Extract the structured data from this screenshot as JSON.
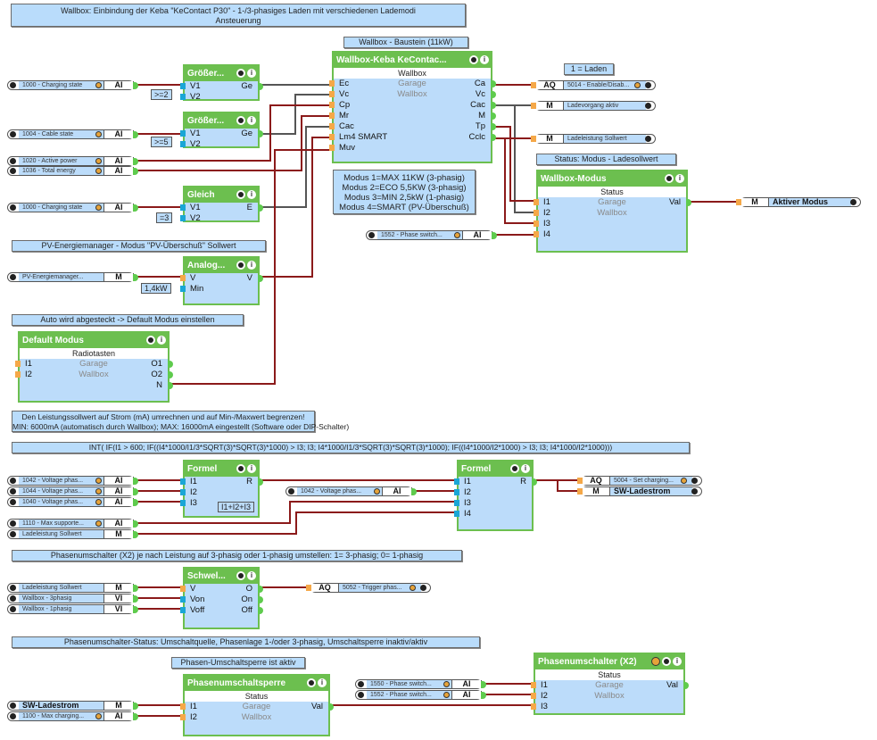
{
  "notes": {
    "title": "Wallbox: Einbindung der Keba \"KeContact P30\" - 1-/3-phasiges Laden mit verschiedenen Lademodi",
    "title_line2": "Ansteuerung",
    "baustein": "Wallbox - Baustein (11kW)",
    "laden": "1 = Laden",
    "status_modus": "Status: Modus - Ladesollwert",
    "modus_lines": [
      "Modus 1=MAX 11KW (3-phasig)",
      "Modus 2=ECO 5,5KW (3-phasig)",
      "Modus 3=MIN 2,5kW (1-phasig)",
      "Modus 4=SMART (PV-Überschuß)"
    ],
    "pv": "PV-Energiemanager - Modus \"PV-Überschuß\" Sollwert",
    "auto": "Auto wird abgesteckt -> Default Modus einstellen",
    "leistung1": "Den Leistungssollwert auf Strom (mA) umrechnen und auf Min-/Maxwert begrenzen!",
    "leistung2": "MIN: 6000mA (automatisch durch Wallbox); MAX: 16000mA eingestellt (Software oder DIP-Schalter)",
    "formula": "INT( IF(I1 > 600; IF((I4*1000/I1/3*SQRT(3)*SQRT(3)*1000) > I3; I3; I4*1000/I1/3*SQRT(3)*SQRT(3)*1000); IF((I4*1000/I2*1000) > I3; I3; I4*1000/I2*1000)))",
    "phasen": "Phasenumschalter (X2) je nach Leistung auf 3-phasig oder 1-phasig umstellen: 1= 3-phasig; 0= 1-phasig",
    "phasen_status": "Phasenumschalter-Status: Umschaltquelle, Phasenlage 1-/oder 3-phasig, Umschaltsperre inaktiv/aktiv",
    "sperre": "Phasen-Umschaltsperre ist aktiv"
  },
  "blocks": {
    "groesser1": {
      "title": "Größer...",
      "in": [
        "V1",
        "V2"
      ],
      "out": [
        "Ge"
      ]
    },
    "groesser2": {
      "title": "Größer...",
      "in": [
        "V1",
        "V2"
      ],
      "out": [
        "Ge"
      ]
    },
    "gleich": {
      "title": "Gleich",
      "in": [
        "V1",
        "V2"
      ],
      "out": [
        "E"
      ]
    },
    "analog": {
      "title": "Analog...",
      "in": [
        "V",
        "Min"
      ],
      "out": [
        "V"
      ]
    },
    "default": {
      "title": "Default Modus",
      "sub": "Radiotasten",
      "in": [
        "I1",
        "I2"
      ],
      "mid": [
        "Garage",
        "Wallbox"
      ],
      "out": [
        "O1",
        "O2",
        "N"
      ]
    },
    "keba": {
      "title": "Wallbox-Keba  KeContac...",
      "sub": "Wallbox",
      "in": [
        "Ec",
        "Vc",
        "Cp",
        "Mr",
        "Cac",
        "Lm4 SMART",
        "Muv"
      ],
      "mid": [
        "Garage",
        "Wallbox"
      ],
      "out": [
        "Ca",
        "Vc",
        "Cac",
        "M",
        "Tp",
        "Cclc"
      ]
    },
    "modus": {
      "title": "Wallbox-Modus",
      "sub": "Status",
      "in": [
        "I1",
        "I2",
        "I3",
        "I4"
      ],
      "mid": [
        "Garage",
        "Wallbox"
      ],
      "out": [
        "Val"
      ]
    },
    "formel1": {
      "title": "Formel",
      "in": [
        "I1",
        "I2",
        "I3"
      ],
      "out": [
        "R"
      ],
      "expr": "I1+I2+I3"
    },
    "formel2": {
      "title": "Formel",
      "in": [
        "I1",
        "I2",
        "I3",
        "I4"
      ],
      "out": [
        "R"
      ]
    },
    "schwel": {
      "title": "Schwel...",
      "in": [
        "V",
        "Von",
        "Voff"
      ],
      "out": [
        "O",
        "On",
        "Off"
      ]
    },
    "sperre": {
      "title": "Phasenumschaltsperre",
      "sub": "Status",
      "in": [
        "I1",
        "I2"
      ],
      "mid": [
        "Garage",
        "Wallbox"
      ],
      "out": [
        "Val"
      ]
    },
    "umschalter": {
      "title": "Phasenumschalter (X2)",
      "sub": "Status",
      "in": [
        "I1",
        "I2",
        "I3"
      ],
      "mid": [
        "Garage",
        "Wallbox"
      ],
      "out": [
        "Val"
      ]
    }
  },
  "constants": {
    "c_ge2": ">=2",
    "c_ge5": ">=5",
    "c_eq3": "=3",
    "c_min": "1,4kW"
  },
  "inputs": [
    {
      "id": "i1",
      "name": "1000 - Charging state",
      "type": "AI"
    },
    {
      "id": "i2",
      "name": "1004 - Cable state",
      "type": "AI"
    },
    {
      "id": "i3",
      "name": "1020 - Active power",
      "type": "AI"
    },
    {
      "id": "i4",
      "name": "1036 - Total energy",
      "type": "AI"
    },
    {
      "id": "i5",
      "name": "1000 - Charging state",
      "type": "AI"
    },
    {
      "id": "i6",
      "name": "PV-Energiemanager...",
      "type": "M"
    },
    {
      "id": "i7",
      "name": "1552 - Phase switch...",
      "type": "AI"
    },
    {
      "id": "i8",
      "name": "1042 - Voltage phas...",
      "type": "AI"
    },
    {
      "id": "i9",
      "name": "1044 - Voltage phas...",
      "type": "AI"
    },
    {
      "id": "i10",
      "name": "1040 - Voltage phas...",
      "type": "AI"
    },
    {
      "id": "i11",
      "name": "1110 - Max supporte...",
      "type": "AI"
    },
    {
      "id": "i12",
      "name": "Ladeleistung Sollwert",
      "type": "M"
    },
    {
      "id": "i13",
      "name": "1042 - Voltage phas...",
      "type": "AI"
    },
    {
      "id": "i14",
      "name": "Ladeleistung Sollwert",
      "type": "M"
    },
    {
      "id": "i15",
      "name": "Wallbox - 3phasig",
      "type": "VI"
    },
    {
      "id": "i16",
      "name": "Wallbox - 1phasig",
      "type": "VI"
    },
    {
      "id": "i17",
      "name": "SW-Ladestrom",
      "type": "M"
    },
    {
      "id": "i18",
      "name": "1100 - Max charging...",
      "type": "AI"
    },
    {
      "id": "i19",
      "name": "1550 - Phase switch...",
      "type": "AI"
    },
    {
      "id": "i20",
      "name": "1552 - Phase switch...",
      "type": "AI"
    }
  ],
  "outputs": [
    {
      "id": "o1",
      "name": "5014 - Enable/Disab...",
      "type": "AQ"
    },
    {
      "id": "o2",
      "name": "Ladevorgang aktiv",
      "type": "M"
    },
    {
      "id": "o3",
      "name": "Ladeleistung Sollwert",
      "type": "M"
    },
    {
      "id": "o4",
      "name": "Aktiver Modus",
      "type": "M"
    },
    {
      "id": "o5",
      "name": "5004 - Set charging...",
      "type": "AQ"
    },
    {
      "id": "o6",
      "name": "SW-Ladestrom",
      "type": "M"
    },
    {
      "id": "o7",
      "name": "5052 - Trigger phas...",
      "type": "AQ"
    }
  ],
  "colors": {
    "block_header": "#6cbf4f",
    "block_body": "#bcdcfa",
    "wire_red": "#8b1a1a",
    "wire_gray": "#555555",
    "pin_orange": "#f5a848",
    "pin_blue": "#1aa6d6"
  }
}
